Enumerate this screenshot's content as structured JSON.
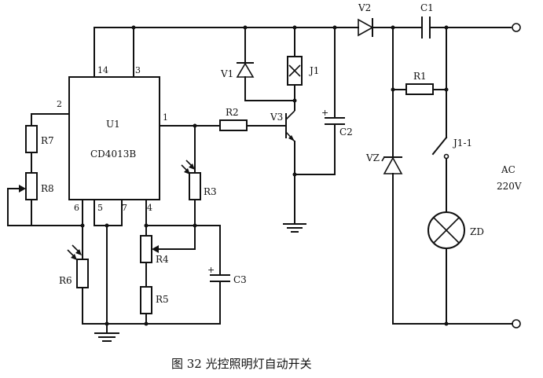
{
  "top_fragment": "",
  "chip": {
    "ref": "U1",
    "part": "CD4013B",
    "pins": {
      "p14": "14",
      "p3": "3",
      "p2": "2",
      "p1": "1",
      "p6": "6",
      "p5": "5",
      "p7": "7",
      "p4": "4"
    }
  },
  "labels": {
    "V1": "V1",
    "J1": "J1",
    "V2": "V2",
    "C1": "C1",
    "R1": "R1",
    "R2": "R2",
    "V3": "V3",
    "C2": "C2",
    "VZ": "VZ",
    "J1_1": "J1-1",
    "R7": "R7",
    "R8": "R8",
    "R3": "R3",
    "R4": "R4",
    "R5": "R5",
    "R6": "R6",
    "C3": "C3",
    "ZD": "ZD",
    "AC": "AC",
    "V220": "220V"
  },
  "caption": "图 32   光控照明灯自动开关"
}
